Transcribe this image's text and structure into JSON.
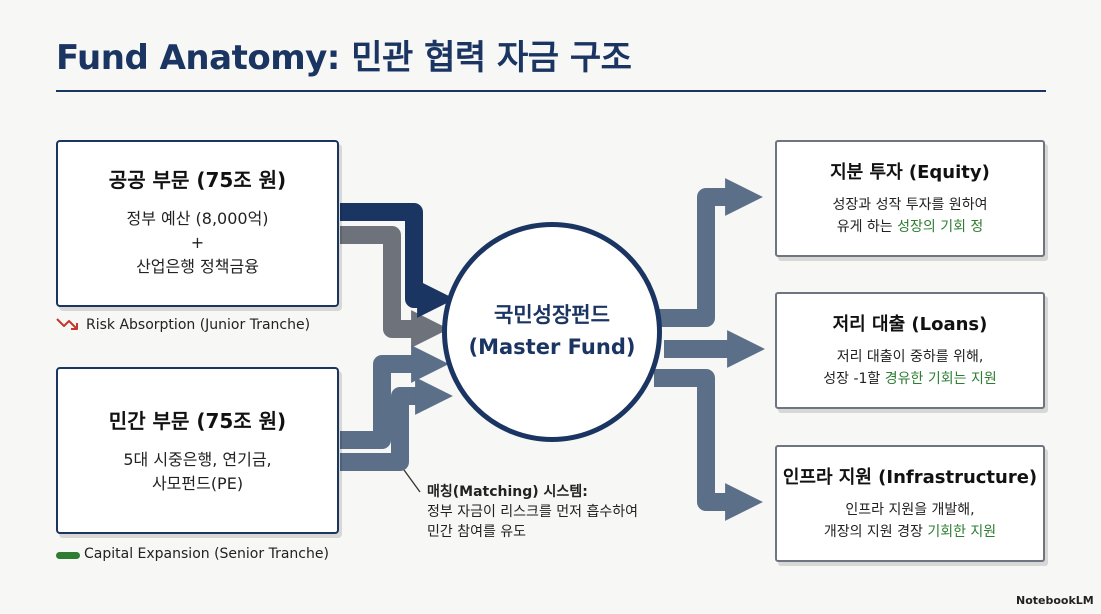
{
  "title": "Fund Anatomy: 민관 협력 자금 구조",
  "public_box": {
    "heading": "공공 부문 (75조 원)",
    "line1": "정부 예산 (8,000억)",
    "line2": "+",
    "line3": "산업은행 정책금융"
  },
  "public_tag": "Risk Absorption (Junior Tranche)",
  "private_box": {
    "heading": "민간 부문 (75조 원)",
    "line1": "5대 시중은행, 연기금,",
    "line2": "사모펀드(PE)"
  },
  "private_tag": "Capital Expansion (Senior Tranche)",
  "center": {
    "line1": "국민성장펀드",
    "line2": "(Master Fund)"
  },
  "matching": {
    "title": "매칭(Matching) 시스템:",
    "line1": "정부 자금이 리스크를 먼저 흡수하여",
    "line2": "민간 참여를 유도"
  },
  "outputs": [
    {
      "heading": "지분 투자 (Equity)",
      "line1": "성장과 성작 투자를 원하여",
      "line2a": "유게 하는 ",
      "line2b": "성장의 기회 정"
    },
    {
      "heading": "저리 대출 (Loans)",
      "line1": "저리 대출이 중하를 위해,",
      "line2a": "성장 -1할 ",
      "line2b": "경유한 기회는 지원"
    },
    {
      "heading": "인프라 지원 (Infrastructure)",
      "line1": "인프라 지원을 개발해,",
      "line2a": "개장의 지원 경장 ",
      "line2b": "기회한 지원"
    }
  ],
  "brand": "NotebookLM",
  "colors": {
    "navy": "#1b3563",
    "gray_arrow": "#6e737b",
    "slate_arrow": "#5b6f89",
    "green": "#2e7d32",
    "red": "#c0392b"
  }
}
